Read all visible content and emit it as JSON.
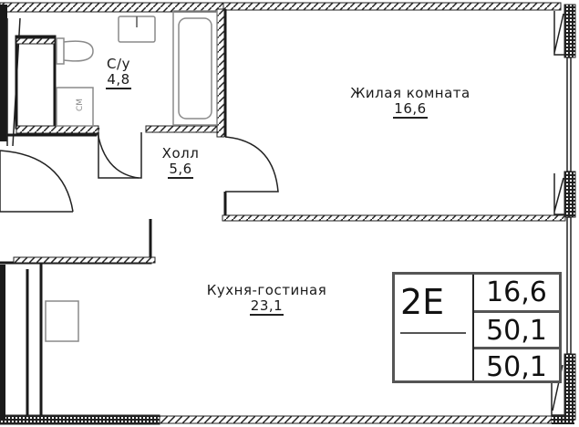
{
  "plan": {
    "rooms": [
      {
        "id": "bathroom",
        "name": "С/у",
        "area": "4,8"
      },
      {
        "id": "hall",
        "name": "Холл",
        "area": "5,6"
      },
      {
        "id": "living-room",
        "name": "Жилая комната",
        "area": "16,6"
      },
      {
        "id": "kitchen-living",
        "name": "Кухня-гостиная",
        "area": "23,1"
      }
    ],
    "fixtures": {
      "washer_label": "СМ"
    }
  },
  "legend": {
    "apartment_code": "2E",
    "living_area": "16,6",
    "total_area": "50,1",
    "total_area_2": "50,1"
  },
  "colors": {
    "wall": "#1a1a1a",
    "fixture": "#8a8a8a",
    "background": "#ffffff"
  }
}
